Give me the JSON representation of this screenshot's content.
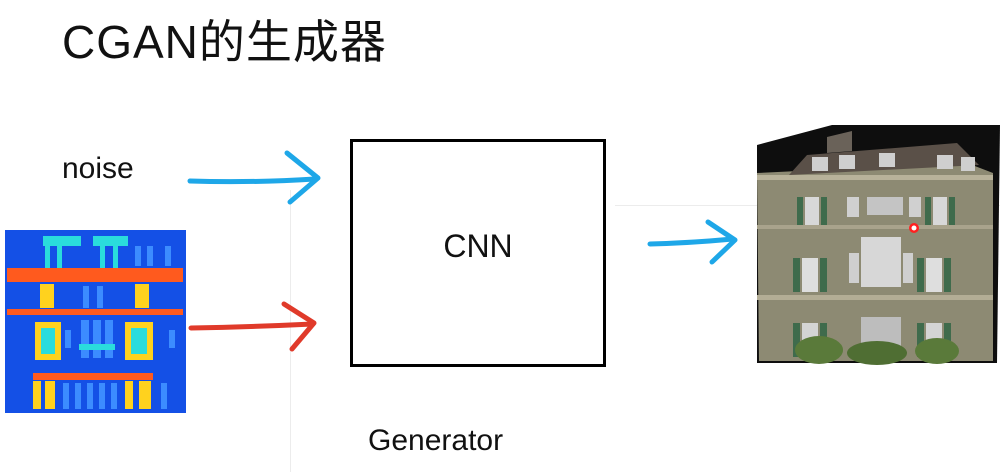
{
  "title": "CGAN的生成器",
  "noise_label": "noise",
  "cnn_label": "CNN",
  "generator_label": "Generator",
  "colors": {
    "blue_arrow": "#1ea7e8",
    "red_arrow": "#e03a2a",
    "label_map_bg": "#1450e6",
    "label_map_orange": "#ff5a1e",
    "label_map_yellow": "#ffd21e",
    "label_map_cyan": "#2adcdc",
    "label_map_lightblue": "#3c8cff"
  }
}
